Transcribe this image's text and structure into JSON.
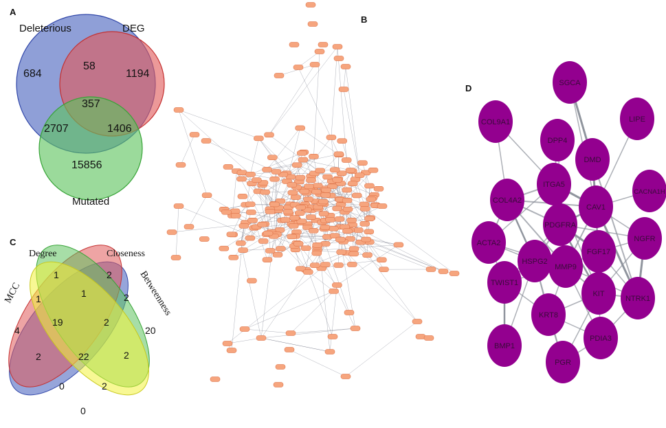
{
  "panels": {
    "A": {
      "label": "A",
      "sets": [
        {
          "name": "Deleterious",
          "color": "#4a64bf"
        },
        {
          "name": "DEG",
          "color": "#e05a5a"
        },
        {
          "name": "Mutated",
          "color": "#5ec35e"
        }
      ],
      "regions": {
        "deleterious_only": "684",
        "deleterious_deg": "58",
        "deg_only": "1194",
        "all_three": "357",
        "deleterious_mutated": "2707",
        "deg_mutated": "1406",
        "mutated_only": "15856"
      }
    },
    "B": {
      "label": "B",
      "node_color": "#f6a57e",
      "node_stroke": "#d9663a",
      "edge_color": "#6b7080"
    },
    "C": {
      "label": "C",
      "sets": [
        {
          "name": "MCC",
          "color": "#4a64bf"
        },
        {
          "name": "Degree",
          "color": "#e05a5a"
        },
        {
          "name": "Closeness",
          "color": "#5ec35e"
        },
        {
          "name": "Betweenness",
          "color": "#f2f23c"
        }
      ],
      "regions": {
        "r_degree": "1",
        "r_closeness": "2",
        "r_mcc_degree": "1",
        "r_degree_closeness": "1",
        "r_closeness_betweenness": "2",
        "r_mcc": "4",
        "r_mcc_degree_closeness": "19",
        "r_deg_clo_bet": "2",
        "r_betweenness": "20",
        "r_mcc_closeness": "2",
        "r_all": "22",
        "r_deg_bet": "2",
        "r_mcc_clo_bet": "0",
        "r_mcc_deg_bet": "2",
        "r_mcc_bet": "0"
      }
    },
    "D": {
      "label": "D",
      "node_color": "#93008f",
      "edge_color": "#8a8f99",
      "nodes": [
        "SGCA",
        "COL9A1",
        "LIPE",
        "DPP4",
        "DMD",
        "ITGA5",
        "COL4A2",
        "CAV1",
        "CACNA1H",
        "PDGFRA",
        "ACTA2",
        "NGFR",
        "FGF17",
        "HSPG2",
        "MMP9",
        "TWIST1",
        "KIT",
        "NTRK1",
        "KRT8",
        "BMP1",
        "PDIA3",
        "PGR"
      ]
    }
  }
}
